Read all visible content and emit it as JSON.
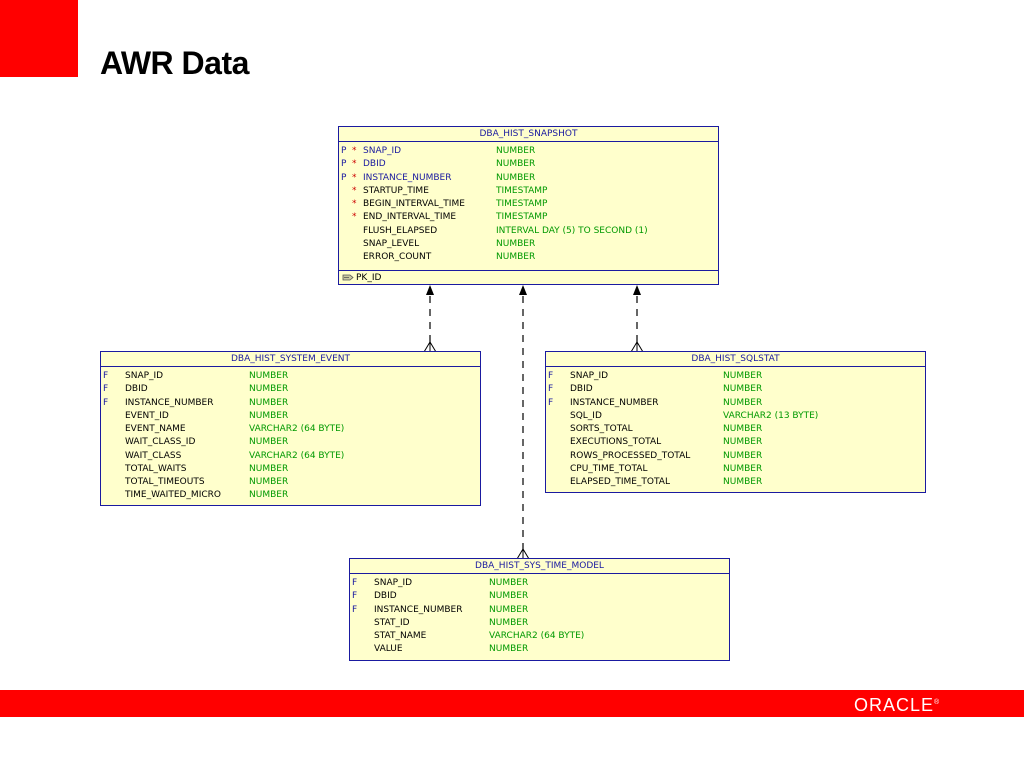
{
  "slide": {
    "title": "AWR Data",
    "accent_color": "#ff0000",
    "logo_text": "ORACLE",
    "logo_mark": "®"
  },
  "entities": {
    "snapshot": {
      "name": "DBA_HIST_SNAPSHOT",
      "columns": [
        {
          "key": "P",
          "req": "*",
          "name": "SNAP_ID",
          "type": "NUMBER"
        },
        {
          "key": "P",
          "req": "*",
          "name": "DBID",
          "type": "NUMBER"
        },
        {
          "key": "P",
          "req": "*",
          "name": "INSTANCE_NUMBER",
          "type": "NUMBER"
        },
        {
          "key": "",
          "req": "*",
          "name": "STARTUP_TIME",
          "type": "TIMESTAMP"
        },
        {
          "key": "",
          "req": "*",
          "name": "BEGIN_INTERVAL_TIME",
          "type": "TIMESTAMP"
        },
        {
          "key": "",
          "req": "*",
          "name": "END_INTERVAL_TIME",
          "type": "TIMESTAMP"
        },
        {
          "key": "",
          "req": "",
          "name": "FLUSH_ELAPSED",
          "type": "INTERVAL DAY (5) TO SECOND (1)"
        },
        {
          "key": "",
          "req": "",
          "name": "SNAP_LEVEL",
          "type": "NUMBER"
        },
        {
          "key": "",
          "req": "",
          "name": "ERROR_COUNT",
          "type": "NUMBER"
        }
      ],
      "primary_key": "PK_ID"
    },
    "system_event": {
      "name": "DBA_HIST_SYSTEM_EVENT",
      "columns": [
        {
          "key": "F",
          "req": "",
          "name": "SNAP_ID",
          "type": "NUMBER"
        },
        {
          "key": "F",
          "req": "",
          "name": "DBID",
          "type": "NUMBER"
        },
        {
          "key": "F",
          "req": "",
          "name": "INSTANCE_NUMBER",
          "type": "NUMBER"
        },
        {
          "key": "",
          "req": "",
          "name": "EVENT_ID",
          "type": "NUMBER"
        },
        {
          "key": "",
          "req": "",
          "name": "EVENT_NAME",
          "type": "VARCHAR2 (64 BYTE)"
        },
        {
          "key": "",
          "req": "",
          "name": "WAIT_CLASS_ID",
          "type": "NUMBER"
        },
        {
          "key": "",
          "req": "",
          "name": "WAIT_CLASS",
          "type": "VARCHAR2 (64 BYTE)"
        },
        {
          "key": "",
          "req": "",
          "name": "TOTAL_WAITS",
          "type": "NUMBER"
        },
        {
          "key": "",
          "req": "",
          "name": "TOTAL_TIMEOUTS",
          "type": "NUMBER"
        },
        {
          "key": "",
          "req": "",
          "name": "TIME_WAITED_MICRO",
          "type": "NUMBER"
        }
      ]
    },
    "sqlstat": {
      "name": "DBA_HIST_SQLSTAT",
      "columns": [
        {
          "key": "F",
          "req": "",
          "name": "SNAP_ID",
          "type": "NUMBER"
        },
        {
          "key": "F",
          "req": "",
          "name": "DBID",
          "type": "NUMBER"
        },
        {
          "key": "F",
          "req": "",
          "name": "INSTANCE_NUMBER",
          "type": "NUMBER"
        },
        {
          "key": "",
          "req": "",
          "name": "SQL_ID",
          "type": "VARCHAR2 (13 BYTE)"
        },
        {
          "key": "",
          "req": "",
          "name": "SORTS_TOTAL",
          "type": "NUMBER"
        },
        {
          "key": "",
          "req": "",
          "name": "EXECUTIONS_TOTAL",
          "type": "NUMBER"
        },
        {
          "key": "",
          "req": "",
          "name": "ROWS_PROCESSED_TOTAL",
          "type": "NUMBER"
        },
        {
          "key": "",
          "req": "",
          "name": "CPU_TIME_TOTAL",
          "type": "NUMBER"
        },
        {
          "key": "",
          "req": "",
          "name": "ELAPSED_TIME_TOTAL",
          "type": "NUMBER"
        }
      ]
    },
    "sys_time_model": {
      "name": "DBA_HIST_SYS_TIME_MODEL",
      "columns": [
        {
          "key": "F",
          "req": "",
          "name": "SNAP_ID",
          "type": "NUMBER"
        },
        {
          "key": "F",
          "req": "",
          "name": "DBID",
          "type": "NUMBER"
        },
        {
          "key": "F",
          "req": "",
          "name": "INSTANCE_NUMBER",
          "type": "NUMBER"
        },
        {
          "key": "",
          "req": "",
          "name": "STAT_ID",
          "type": "NUMBER"
        },
        {
          "key": "",
          "req": "",
          "name": "STAT_NAME",
          "type": "VARCHAR2 (64 BYTE)"
        },
        {
          "key": "",
          "req": "",
          "name": "VALUE",
          "type": "NUMBER"
        }
      ]
    }
  },
  "colors": {
    "entity_fill": "#ffffcc",
    "entity_border": "#1a1aa0",
    "datatype": "#009900",
    "required_marker": "#cc0000"
  }
}
